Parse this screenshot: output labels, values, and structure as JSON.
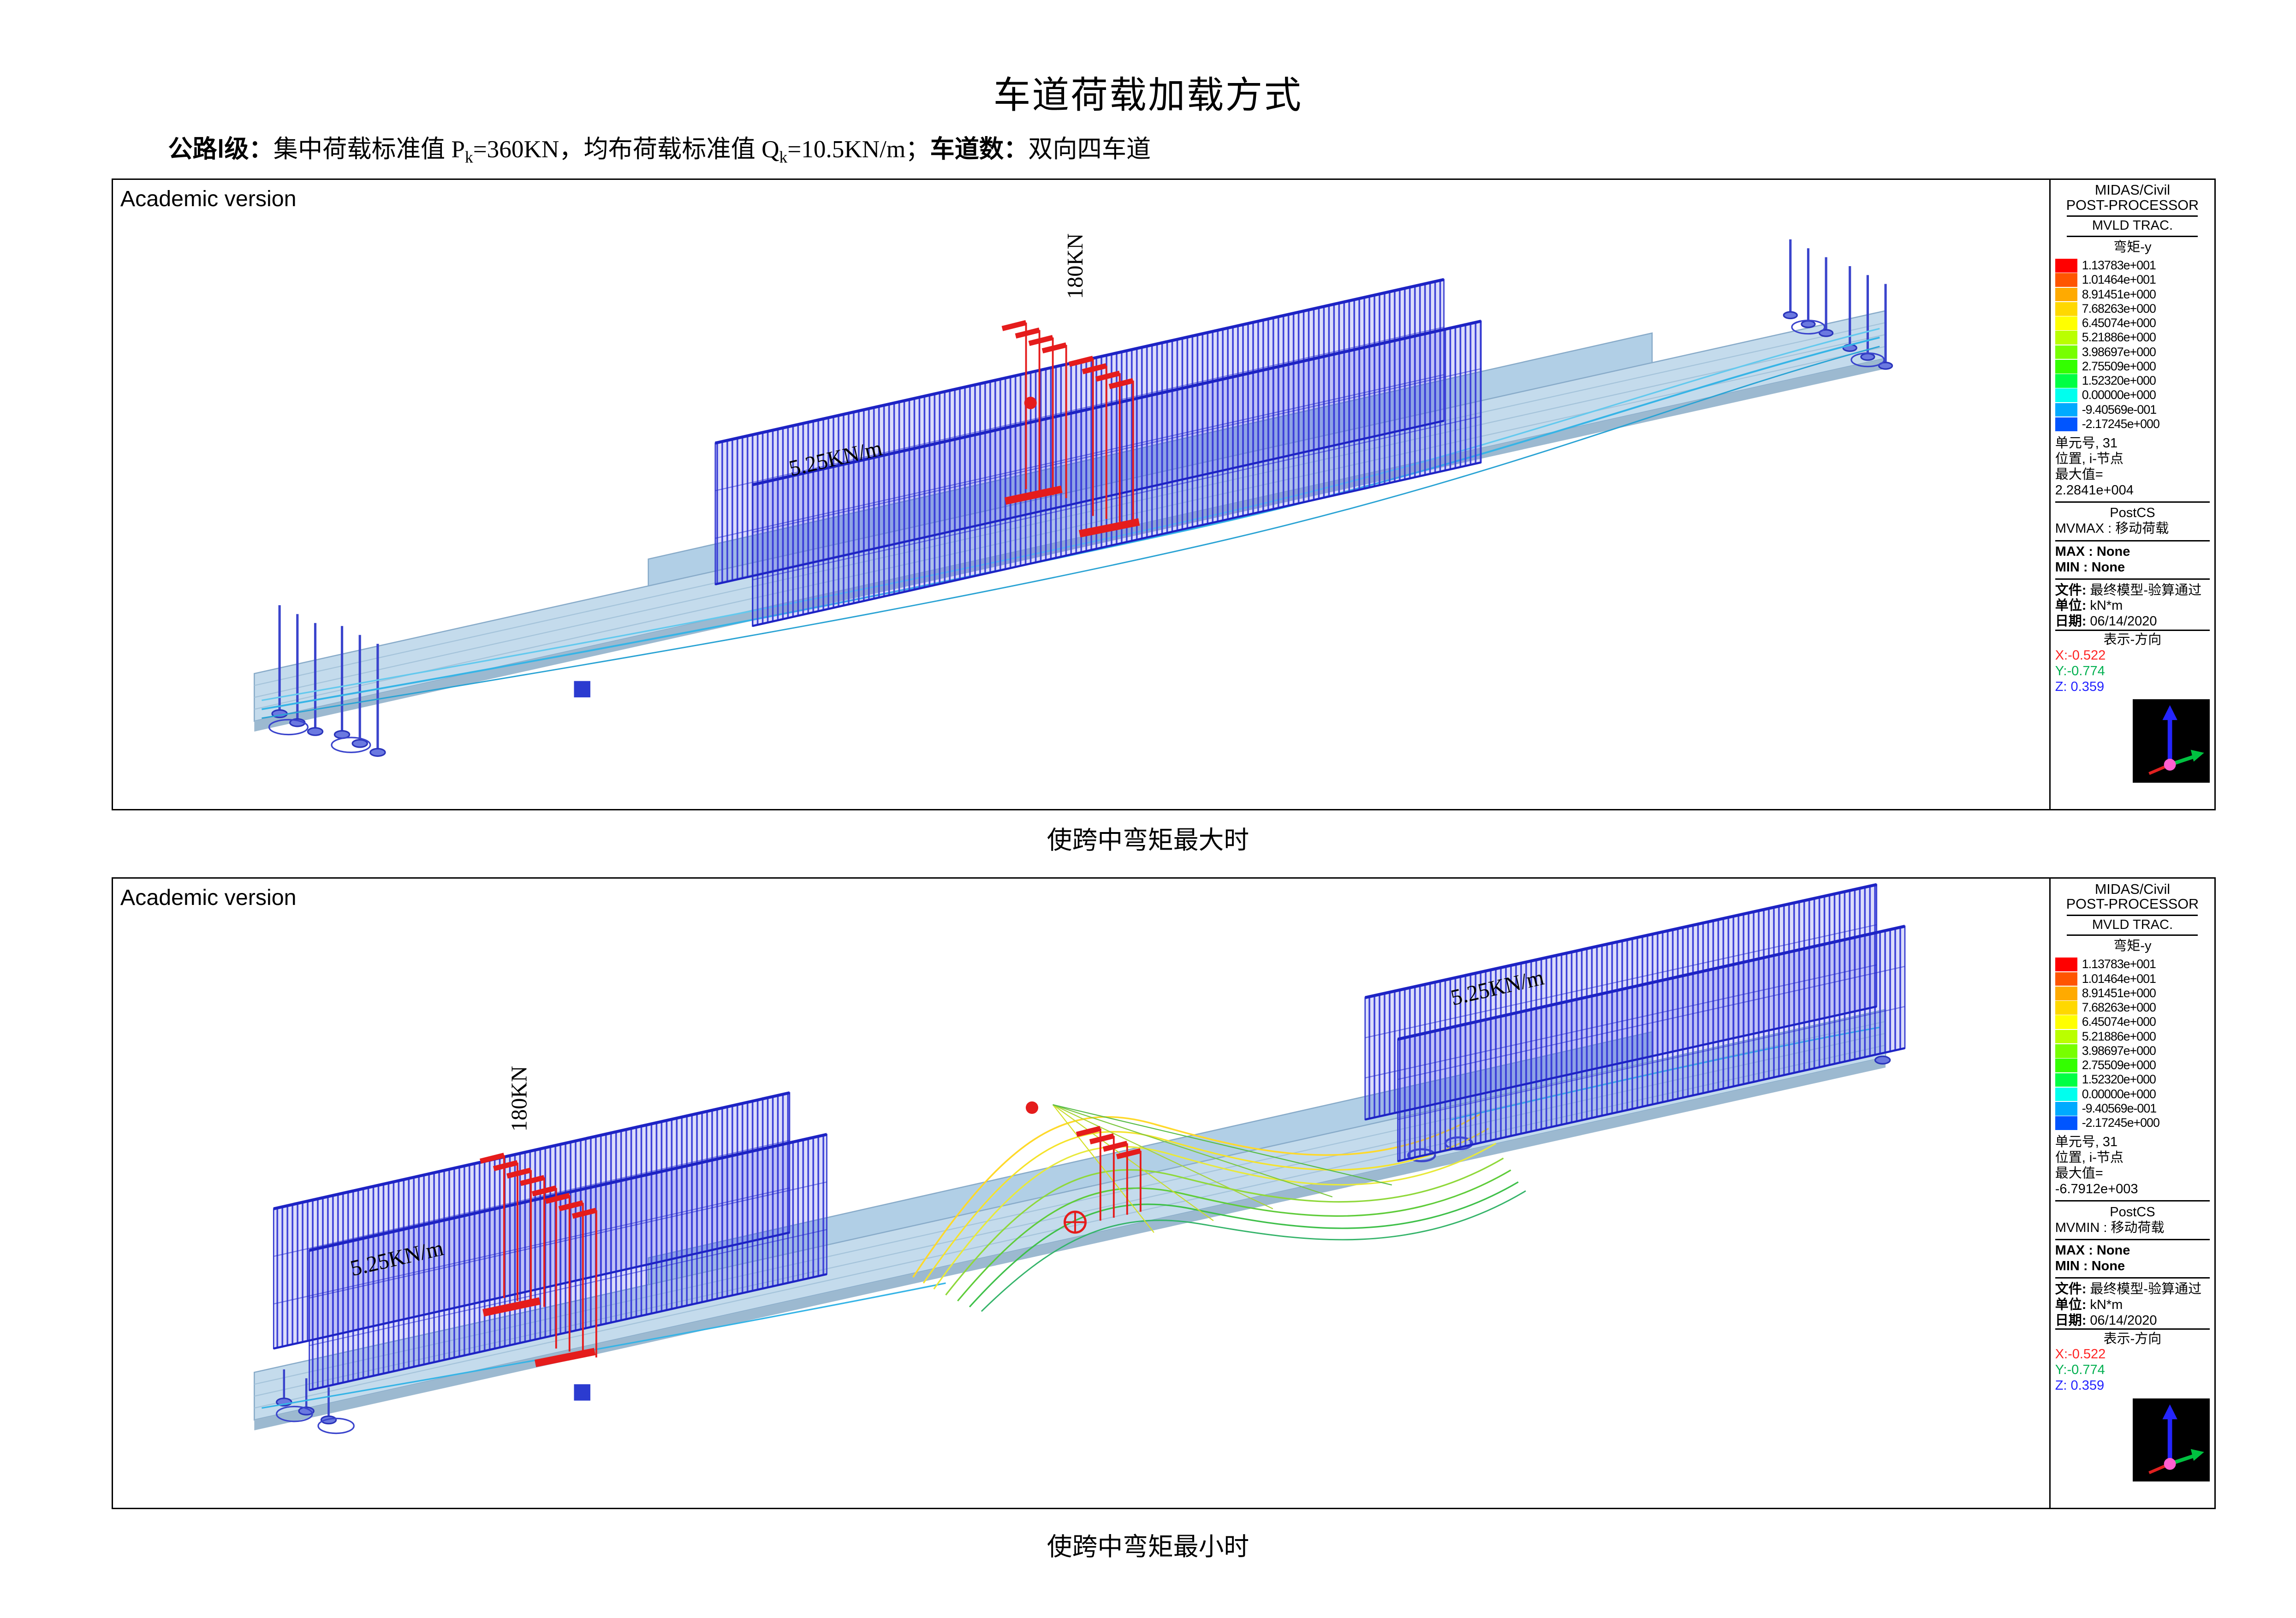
{
  "page": {
    "title": "车道荷载加载方式",
    "subtitle": {
      "grade_label": "公路Ⅰ级：",
      "seg1": "集中荷载标准值 P",
      "sub1": "k",
      "seg2": "=360KN，均布荷载标准值 Q",
      "sub2": "k",
      "seg3": "=10.5KN/m；",
      "lanes_label": "车道数：",
      "lanes_value": "双向四车道"
    }
  },
  "legend": {
    "app_line1": "MIDAS/Civil",
    "app_line2": "POST-PROCESSOR",
    "mode": "MVLD TRAC.",
    "component": "弯矩-y",
    "scale": [
      {
        "color": "#ff0000",
        "value": "1.13783e+001"
      },
      {
        "color": "#ff5500",
        "value": "1.01464e+001"
      },
      {
        "color": "#ffaa00",
        "value": "8.91451e+000"
      },
      {
        "color": "#ffd800",
        "value": "7.68263e+000"
      },
      {
        "color": "#ffff00",
        "value": "6.45074e+000"
      },
      {
        "color": "#baff00",
        "value": "5.21886e+000"
      },
      {
        "color": "#77ff00",
        "value": "3.98697e+000"
      },
      {
        "color": "#33ff00",
        "value": "2.75509e+000"
      },
      {
        "color": "#00ff44",
        "value": "1.52320e+000"
      },
      {
        "color": "#00ffee",
        "value": "0.00000e+000"
      },
      {
        "color": "#00aaff",
        "value": "-9.40569e-001"
      },
      {
        "color": "#0055ff",
        "value": "-2.17245e+000"
      }
    ],
    "element_line": "单元号, 31",
    "position_line": "位置, i-节点",
    "max_label": "最大值=",
    "postcs": "PostCS",
    "max_none": "MAX : None",
    "min_none": "MIN : None",
    "file_label": "文件:",
    "file_value": "最终模型-验算通过",
    "unit_label": "单位:",
    "unit_value": "kN*m",
    "date_label": "日期:",
    "date_value": "06/14/2020",
    "dir_title": "表示-方向",
    "axis_x": "X:-0.522",
    "axis_y": "Y:-0.774",
    "axis_z": "Z: 0.359",
    "axis_colors": {
      "x": "#ff2222",
      "y": "#00b050",
      "z": "#2222ff"
    }
  },
  "panels": [
    {
      "academic": "Academic version",
      "caption": "使跨中弯矩最大时",
      "max_value": "2.2841e+004",
      "mv_label": "MVMAX : 移动荷载",
      "labels": {
        "point_load": "180KN",
        "dist_load": "5.25KN/m"
      }
    },
    {
      "academic": "Academic version",
      "caption": "使跨中弯矩最小时",
      "max_value": "-6.7912e+003",
      "mv_label": "MVMIN : 移动荷载",
      "labels": {
        "point_load": "180KN",
        "dist_load_left": "5.25KN/m",
        "dist_load_right": "5.25KN/m"
      }
    }
  ]
}
